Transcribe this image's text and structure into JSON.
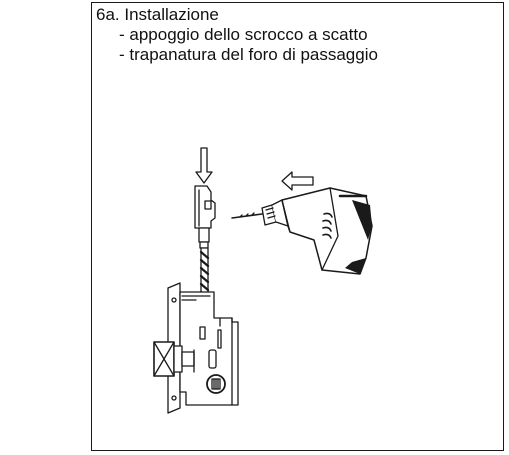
{
  "caption": {
    "title": "6a. Installazione",
    "items": [
      "- appoggio dello scrocco a scatto",
      "- trapanatura del foro di passaggio"
    ]
  },
  "illustration": {
    "parts": [
      "down-arrow-icon",
      "latch-bolt-part",
      "drill-bit",
      "lock-body",
      "left-arrow-icon",
      "power-drill-icon"
    ]
  },
  "colors": {
    "line": "#1a1a1a",
    "background": "#ffffff"
  }
}
